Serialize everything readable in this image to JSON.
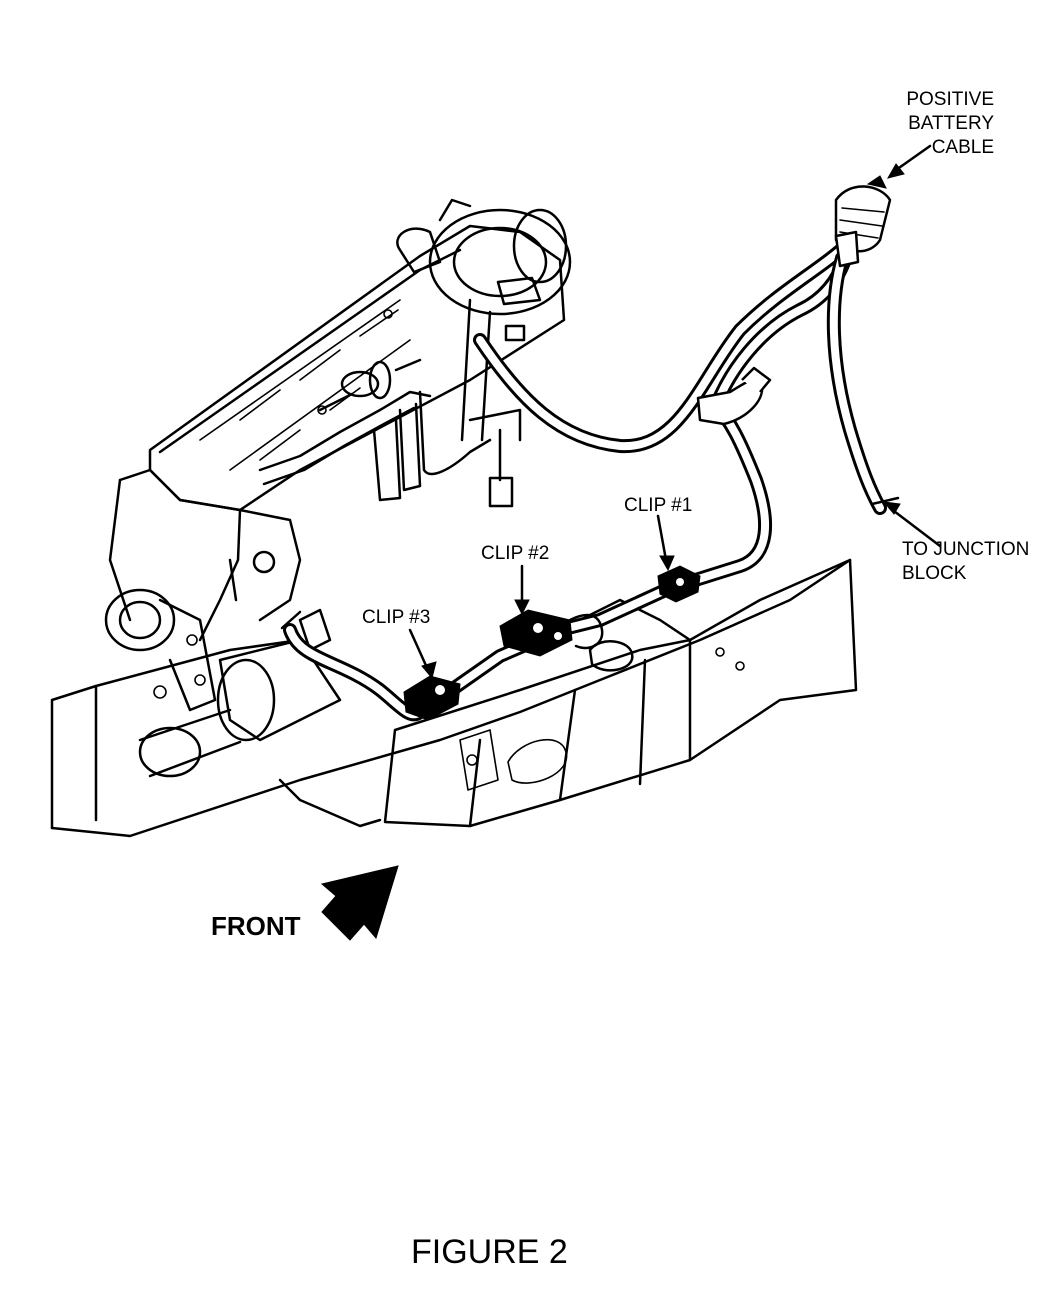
{
  "labels": {
    "positive_battery_cable": [
      "POSITIVE",
      "BATTERY",
      "CABLE"
    ],
    "to_junction_block": [
      "TO JUNCTION",
      "BLOCK"
    ],
    "clip1": "CLIP #1",
    "clip2": "CLIP #2",
    "clip3": "CLIP #3",
    "front": "FRONT",
    "figure": "FIGURE 2"
  },
  "colors": {
    "ink": "#000000",
    "paper": "#ffffff"
  }
}
